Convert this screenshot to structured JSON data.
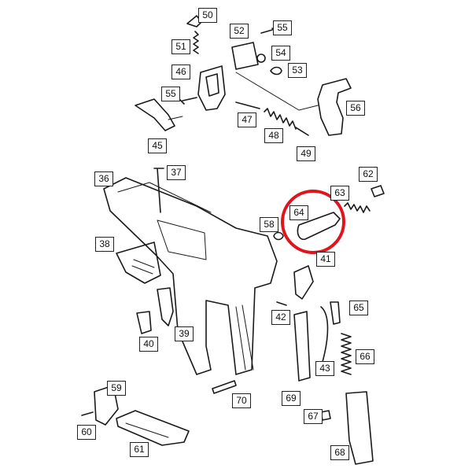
{
  "diagram": {
    "ink_color": "#1a1a1a",
    "highlight_color": "#e0141c",
    "highlighted_part": "64",
    "labels": [
      "50",
      "51",
      "46",
      "52",
      "55",
      "54",
      "53",
      "55",
      "56",
      "47",
      "48",
      "49",
      "45",
      "36",
      "37",
      "62",
      "63",
      "64",
      "58",
      "38",
      "41",
      "42",
      "65",
      "40",
      "39",
      "43",
      "66",
      "69",
      "59",
      "70",
      "67",
      "60",
      "61",
      "68"
    ]
  }
}
